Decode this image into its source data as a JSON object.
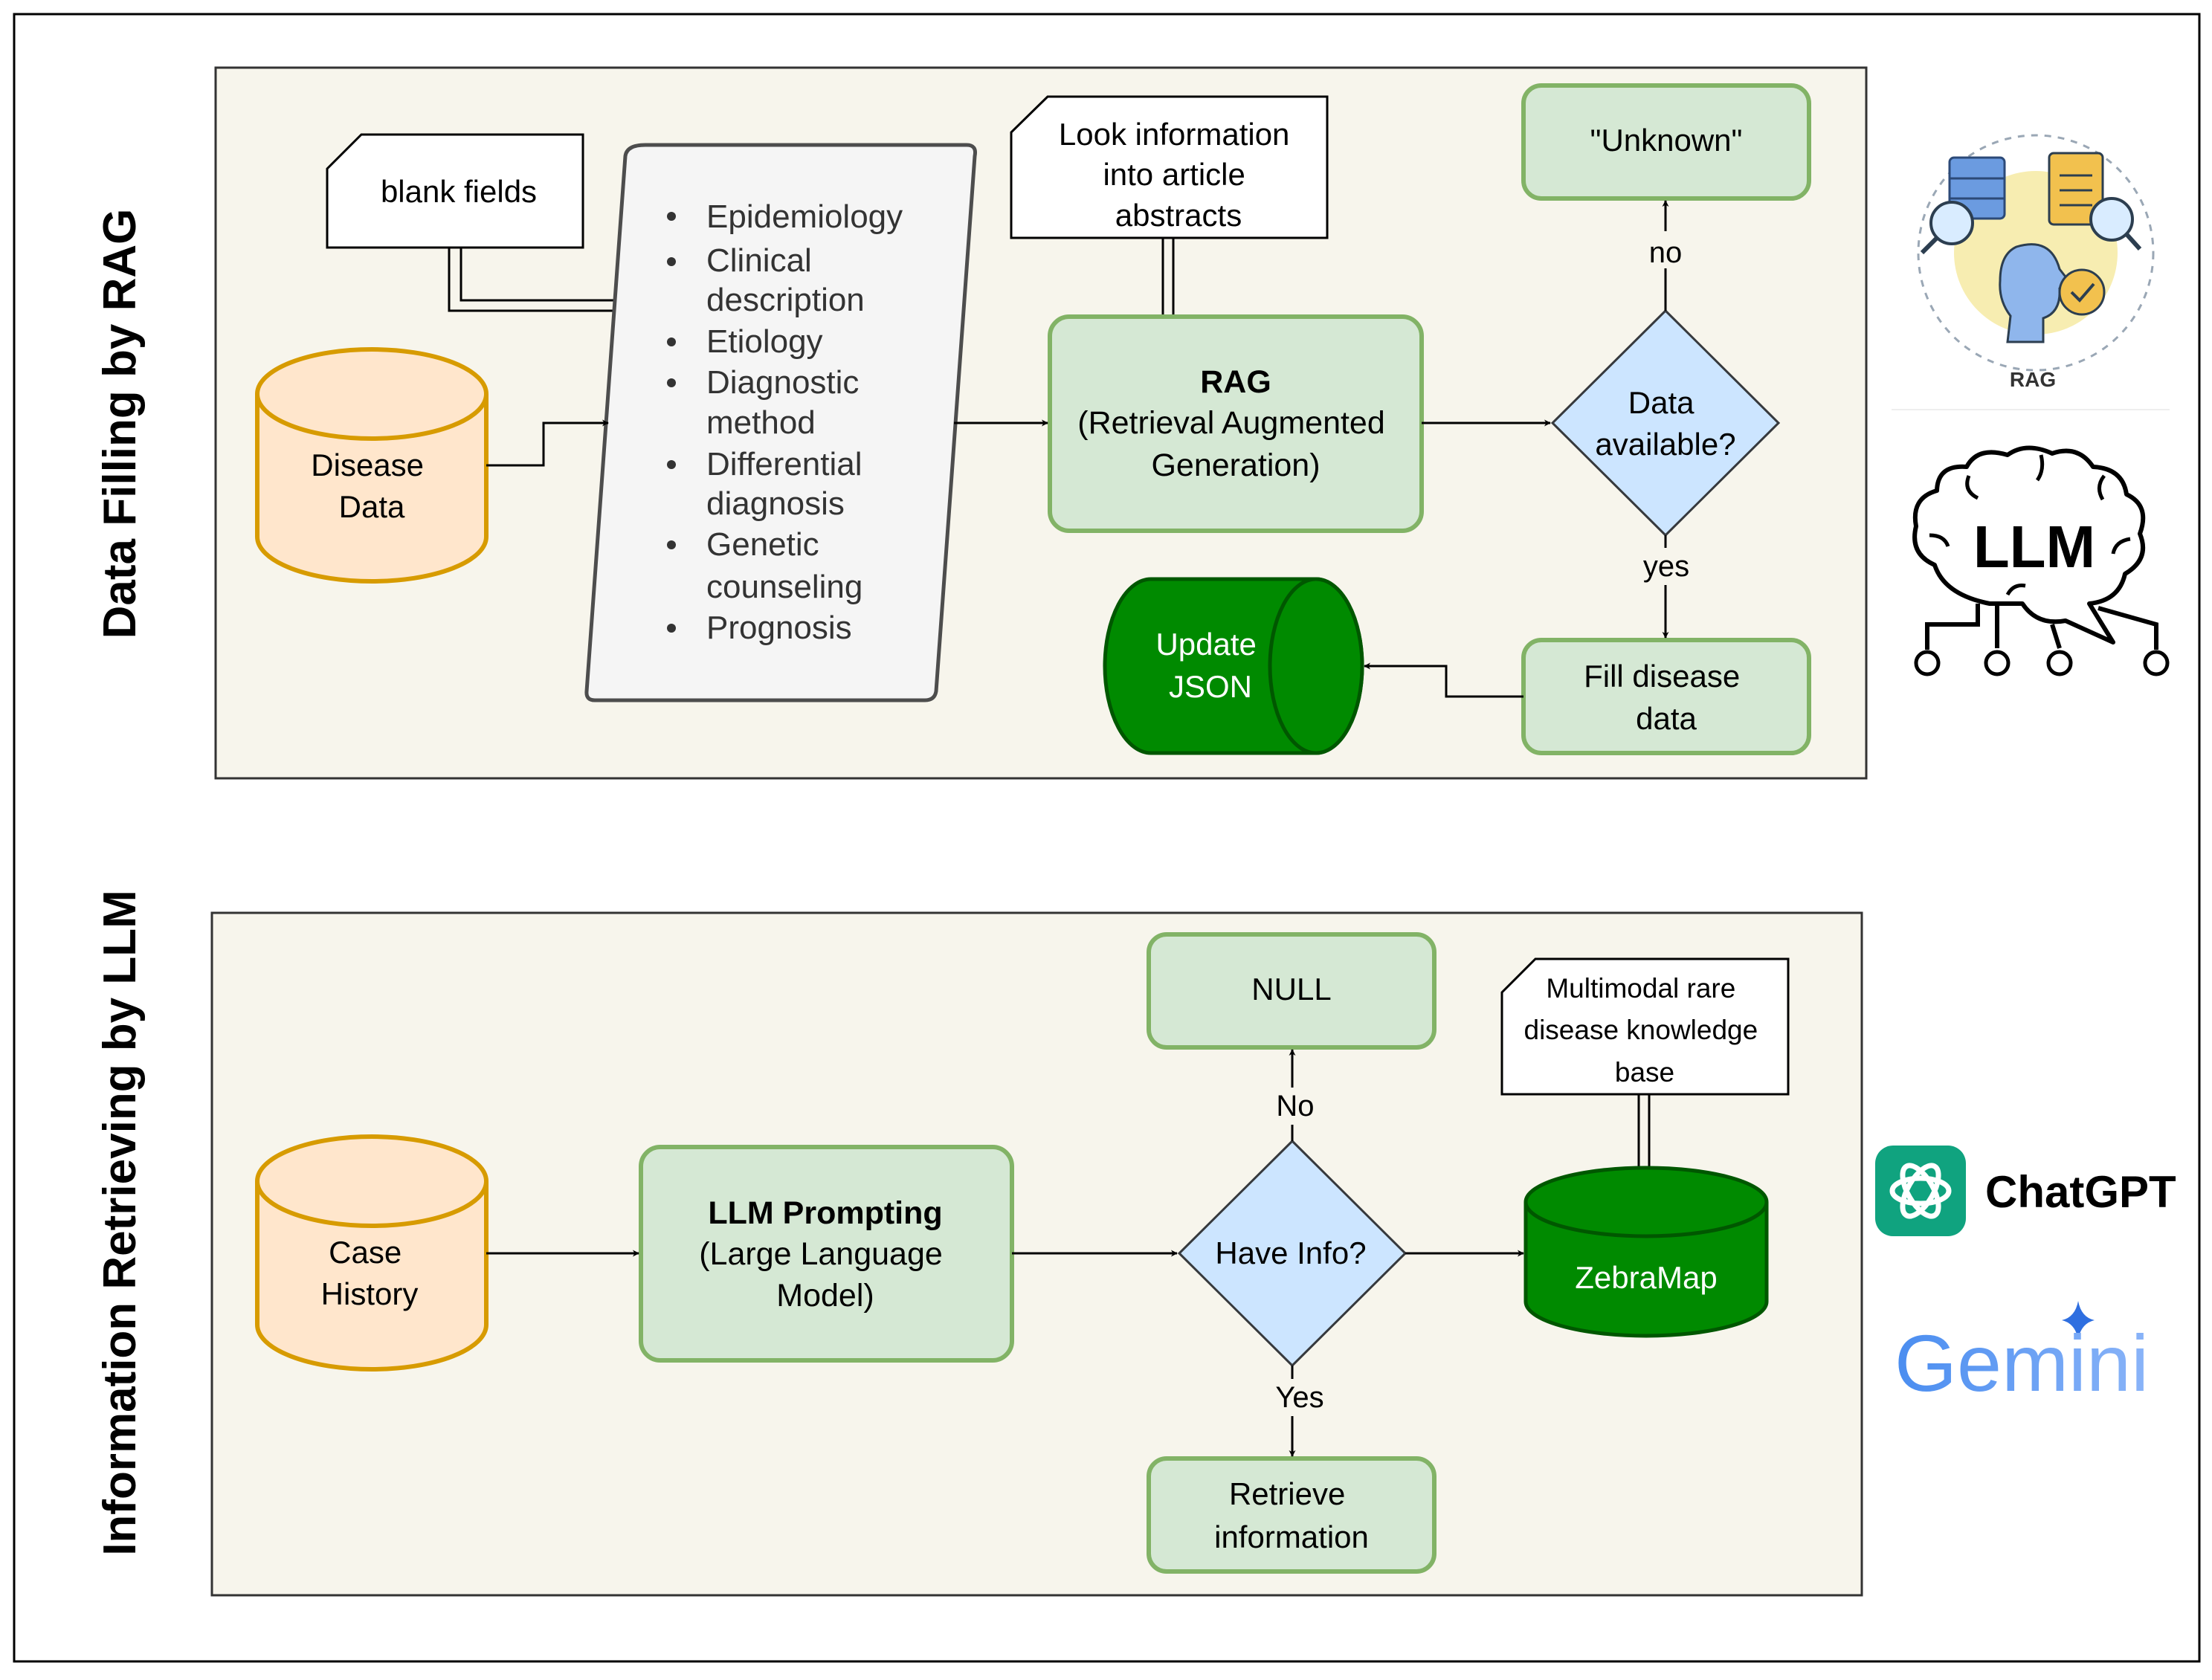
{
  "top_section": {
    "side_title": "Data Filling by RAG",
    "disease_data": [
      "Disease",
      "Data"
    ],
    "blank_fields": "blank fields",
    "fields": [
      [
        "Epidemiology"
      ],
      [
        "Clinical",
        "description"
      ],
      [
        "Etiology"
      ],
      [
        "Diagnostic",
        "method"
      ],
      [
        "Differential",
        "diagnosis"
      ],
      [
        "Genetic",
        "counseling"
      ],
      [
        "Prognosis"
      ]
    ],
    "look_info": [
      "Look information",
      "into article",
      "abstracts"
    ],
    "rag_title": "RAG",
    "rag_sub": [
      "(Retrieval Augmented",
      "Generation)"
    ],
    "decision": [
      "Data",
      "available?"
    ],
    "no_label": "no",
    "yes_label": "yes",
    "unknown": "\"Unknown\"",
    "fill": [
      "Fill disease",
      "data"
    ],
    "update": [
      "Update",
      "JSON"
    ]
  },
  "bottom_section": {
    "side_title": "Information Retrieving by LLM",
    "case_history": [
      "Case",
      "History"
    ],
    "llm_title": "LLM Prompting",
    "llm_sub": [
      "(Large Language",
      "Model)"
    ],
    "decision": "Have Info?",
    "no_label": "No",
    "yes_label": "Yes",
    "null_box": "NULL",
    "retrieve": [
      "Retrieve",
      "information"
    ],
    "kb_note": [
      "Multimodal rare",
      "disease knowledge",
      "base"
    ],
    "zebramap": "ZebraMap"
  },
  "logos": {
    "rag": "RAG",
    "llm": "LLM",
    "chatgpt": "ChatGPT",
    "gemini": "Gemini"
  },
  "colors": {
    "panel_bg": "#f7f5ec",
    "cylinder_orange_fill": "#ffe6cc",
    "cylinder_orange_stroke": "#d79b00",
    "green_box_fill": "#d5e8d4",
    "green_box_stroke": "#82b366",
    "decision_fill": "#cce5ff",
    "dark_green": "#008a00",
    "chatgpt_green": "#10a37f",
    "gemini_blue": "#4a8df0"
  }
}
